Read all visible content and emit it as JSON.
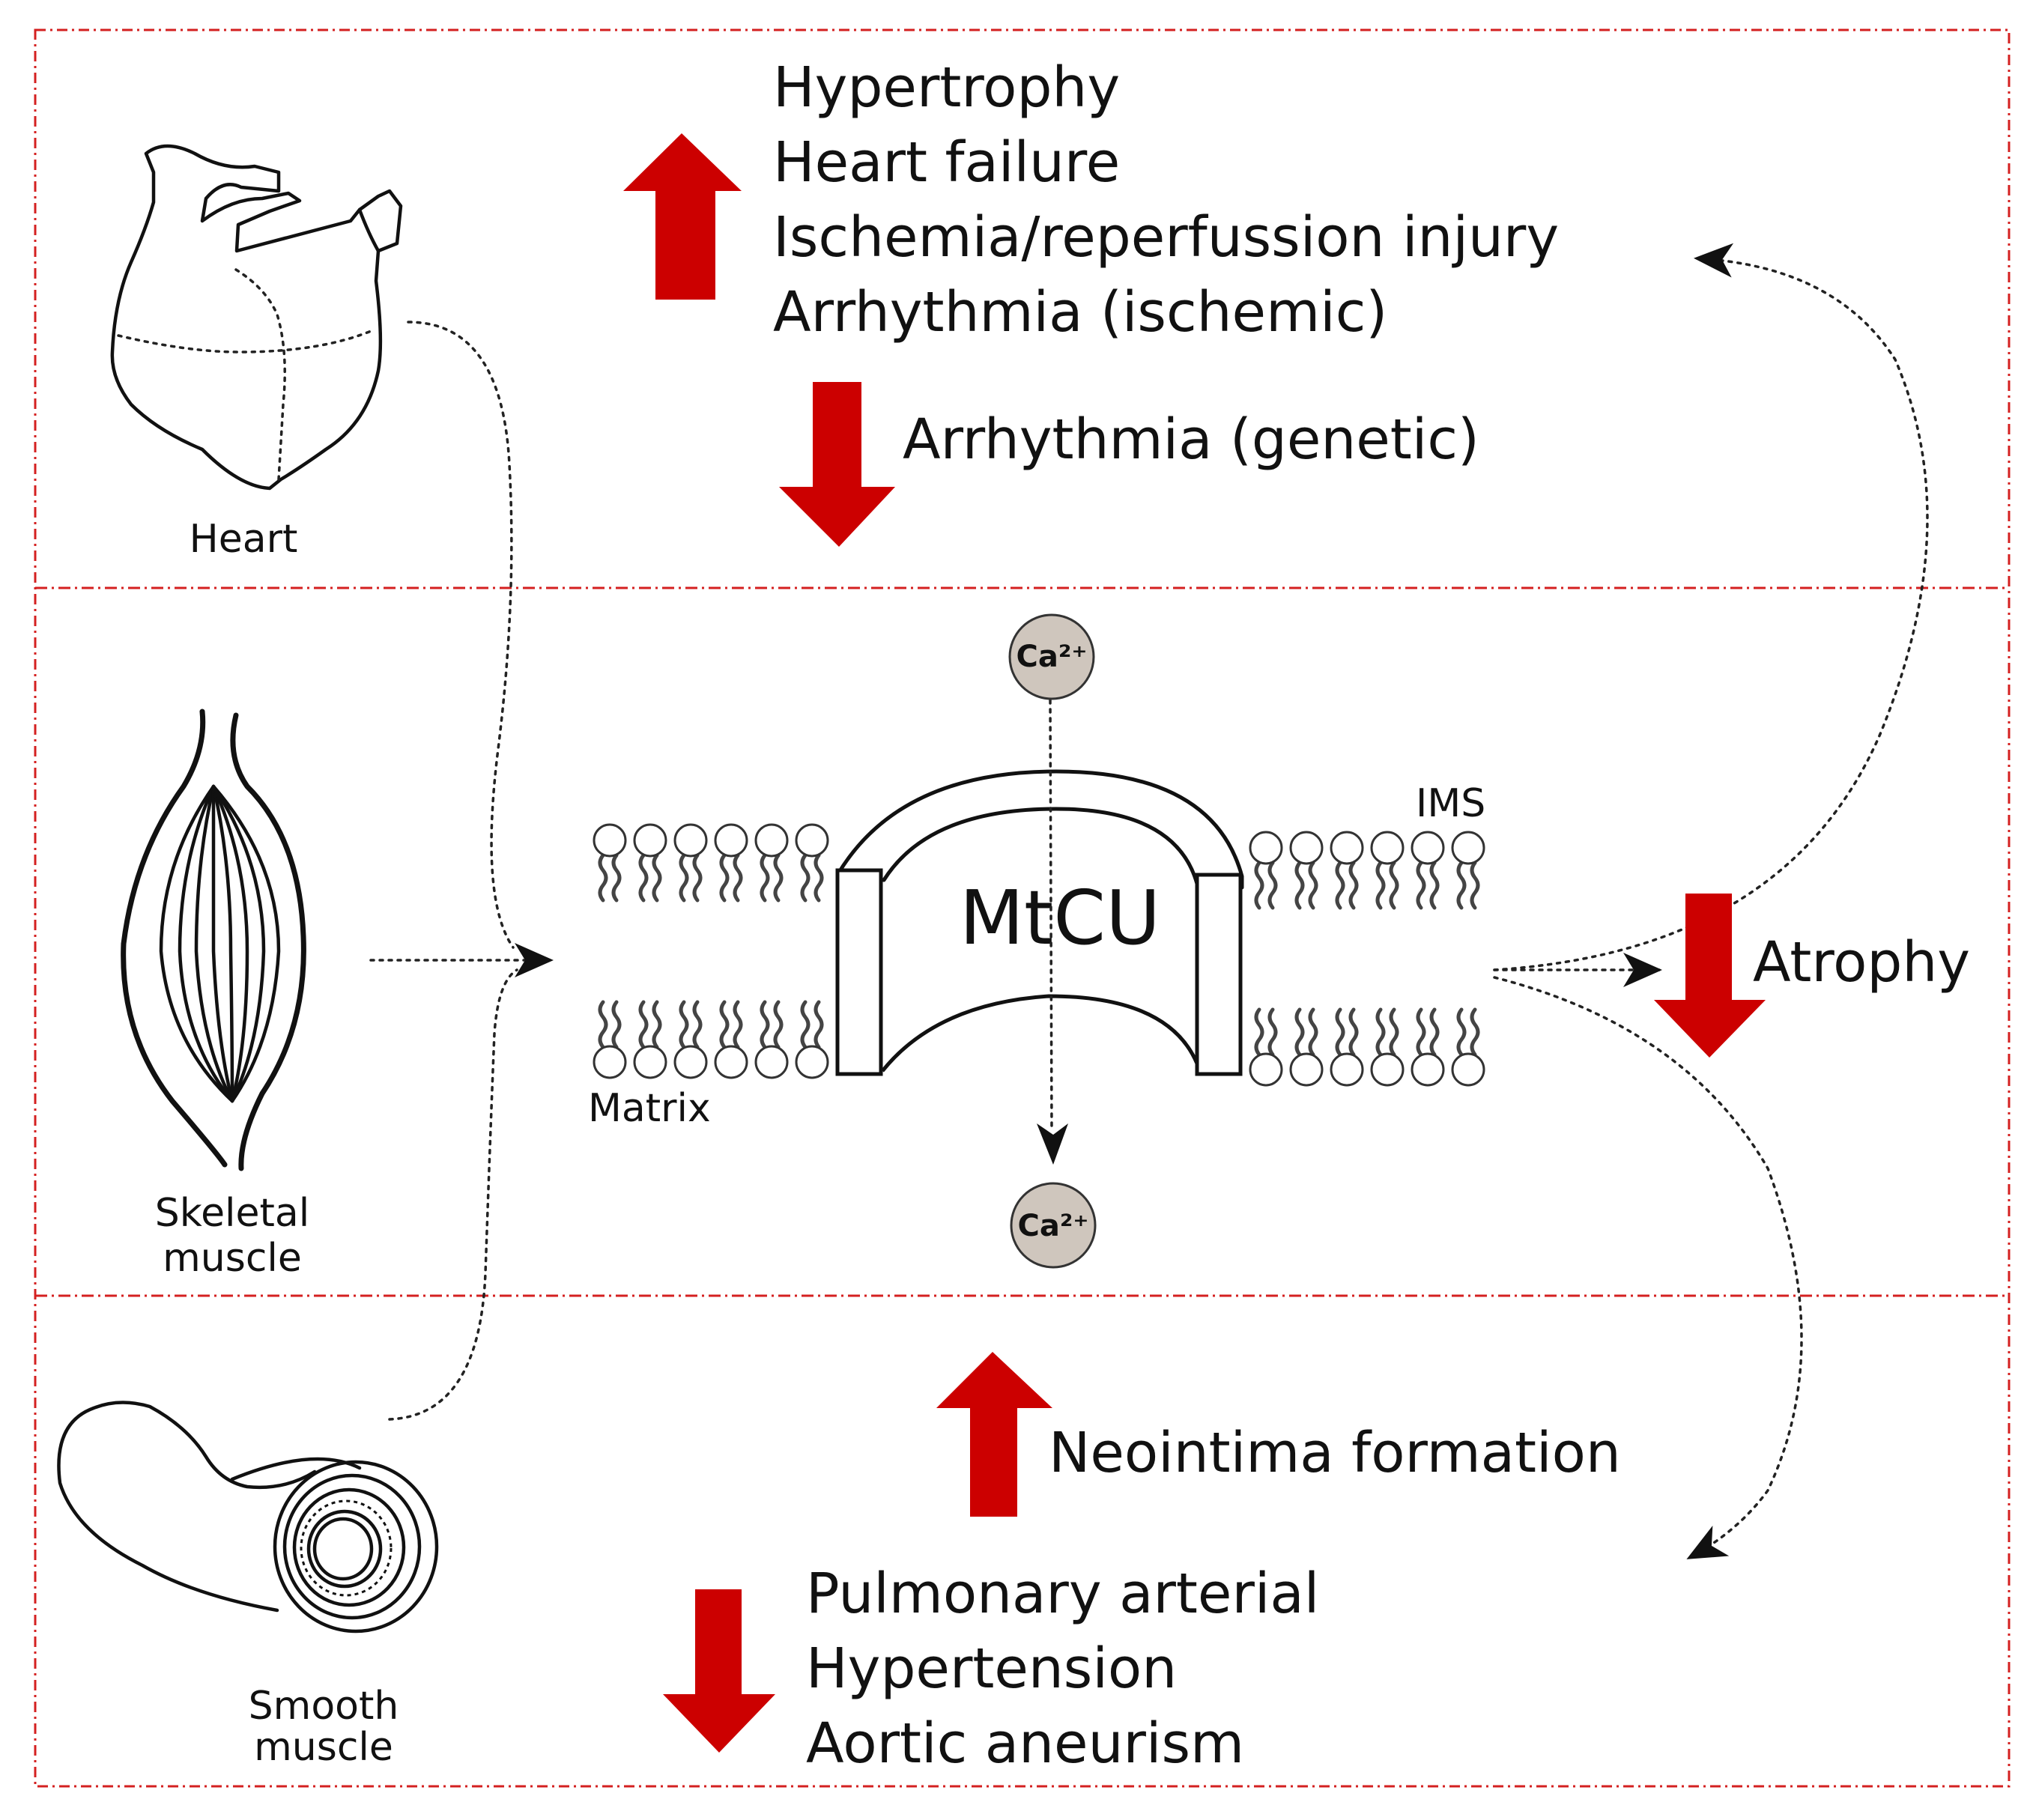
{
  "colors": {
    "arrow": "#cc0000",
    "frame": "#d42020",
    "calcium": "#cfc6bd"
  },
  "icons": [
    "heart-icon",
    "skeletal-muscle-icon",
    "smooth-muscle-vessel-icon",
    "mtcu-channel-icon",
    "calcium-ion-icon"
  ],
  "heart": {
    "label": "Heart",
    "up": [
      "Hypertrophy",
      "Heart failure",
      "Ischemia/reperfussion injury",
      "Arrhythmia (ischemic)"
    ],
    "down": [
      "Arrhythmia (genetic)"
    ]
  },
  "skeletal": {
    "label_line1": "Skeletal",
    "label_line2": "muscle",
    "down": [
      "Atrophy"
    ]
  },
  "smooth": {
    "label_line1": "Smooth",
    "label_line2": "muscle",
    "up": [
      "Neointima formation"
    ],
    "down": [
      "Pulmonary arterial",
      "Hypertension",
      "Aortic aneurism"
    ]
  },
  "membrane": {
    "channel_label": "MtCU",
    "matrix_label": "Matrix",
    "ims_label": "IMS",
    "ion_label": "Ca²⁺"
  }
}
